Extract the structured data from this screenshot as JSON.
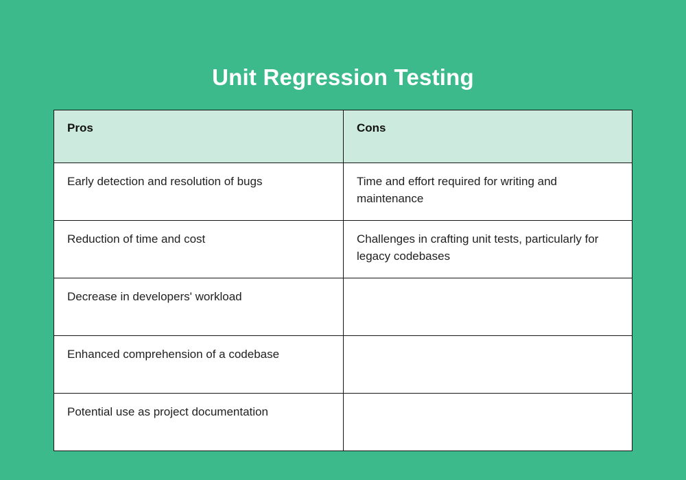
{
  "page": {
    "title": "Unit Regression Testing",
    "background_color": "#3cba8b",
    "title_color": "#ffffff"
  },
  "table": {
    "header_background_color": "#cdeade",
    "border_color": "#141414",
    "body_background_color": "#ffffff",
    "columns": [
      {
        "key": "pros",
        "label": "Pros"
      },
      {
        "key": "cons",
        "label": "Cons"
      }
    ],
    "rows": [
      {
        "pros": "Early detection and resolution of bugs",
        "cons": "Time and effort required for writing and maintenance"
      },
      {
        "pros": "Reduction of time and cost",
        "cons": "Challenges in crafting unit tests, particularly for legacy codebases"
      },
      {
        "pros": "Decrease in developers' workload",
        "cons": ""
      },
      {
        "pros": "Enhanced comprehension of a codebase",
        "cons": ""
      },
      {
        "pros": "Potential use as project documentation",
        "cons": ""
      }
    ]
  }
}
